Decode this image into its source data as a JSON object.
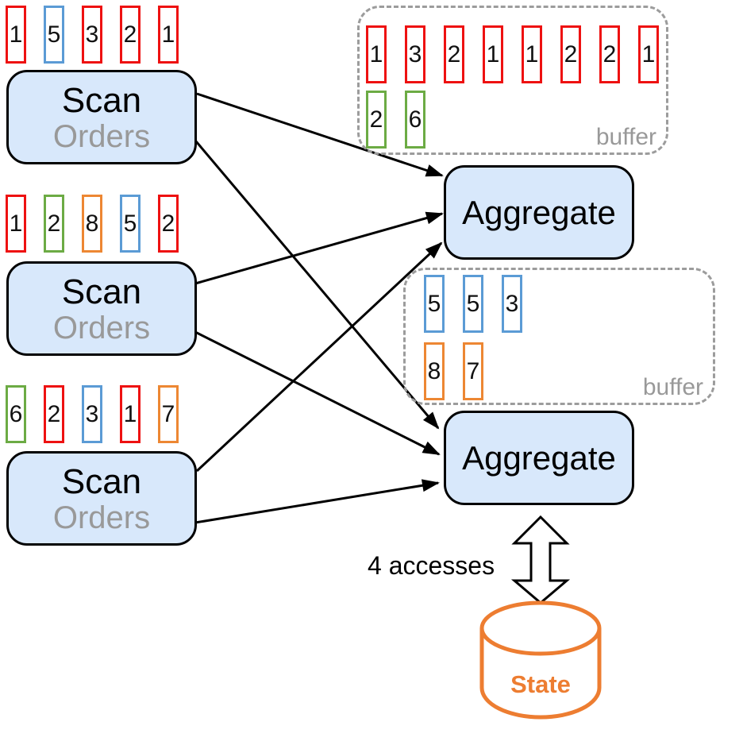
{
  "colors": {
    "red": "#ee1111",
    "green": "#6cab44",
    "blue": "#5b9bd5",
    "orange": "#ed8733",
    "box_fill": "#d8e8fb",
    "box_stroke": "#000000",
    "gray_text": "#999999",
    "dash_border": "#9c9c9c",
    "arrow": "#000000",
    "state_orange": "#ed7d31"
  },
  "scans": [
    {
      "title": "Scan",
      "subtitle": "Orders",
      "tokens": [
        {
          "value": "1",
          "color": "red"
        },
        {
          "value": "5",
          "color": "blue"
        },
        {
          "value": "3",
          "color": "red"
        },
        {
          "value": "2",
          "color": "red"
        },
        {
          "value": "1",
          "color": "red"
        }
      ]
    },
    {
      "title": "Scan",
      "subtitle": "Orders",
      "tokens": [
        {
          "value": "1",
          "color": "red"
        },
        {
          "value": "2",
          "color": "green"
        },
        {
          "value": "8",
          "color": "orange"
        },
        {
          "value": "5",
          "color": "blue"
        },
        {
          "value": "2",
          "color": "red"
        }
      ]
    },
    {
      "title": "Scan",
      "subtitle": "Orders",
      "tokens": [
        {
          "value": "6",
          "color": "green"
        },
        {
          "value": "2",
          "color": "red"
        },
        {
          "value": "3",
          "color": "blue"
        },
        {
          "value": "1",
          "color": "red"
        },
        {
          "value": "7",
          "color": "orange"
        }
      ]
    }
  ],
  "aggregates": [
    {
      "title": "Aggregate"
    },
    {
      "title": "Aggregate"
    }
  ],
  "buffers": [
    {
      "label": "buffer",
      "rows": [
        [
          {
            "value": "1",
            "color": "red"
          },
          {
            "value": "3",
            "color": "red"
          },
          {
            "value": "2",
            "color": "red"
          },
          {
            "value": "1",
            "color": "red"
          },
          {
            "value": "1",
            "color": "red"
          },
          {
            "value": "2",
            "color": "red"
          },
          {
            "value": "2",
            "color": "red"
          },
          {
            "value": "1",
            "color": "red"
          }
        ],
        [
          {
            "value": "2",
            "color": "green"
          },
          {
            "value": "6",
            "color": "green"
          }
        ]
      ]
    },
    {
      "label": "buffer",
      "rows": [
        [
          {
            "value": "5",
            "color": "blue"
          },
          {
            "value": "5",
            "color": "blue"
          },
          {
            "value": "3",
            "color": "blue"
          }
        ],
        [
          {
            "value": "8",
            "color": "orange"
          },
          {
            "value": "7",
            "color": "orange"
          }
        ]
      ]
    }
  ],
  "state": {
    "accesses_label": "4 accesses",
    "label": "State"
  }
}
